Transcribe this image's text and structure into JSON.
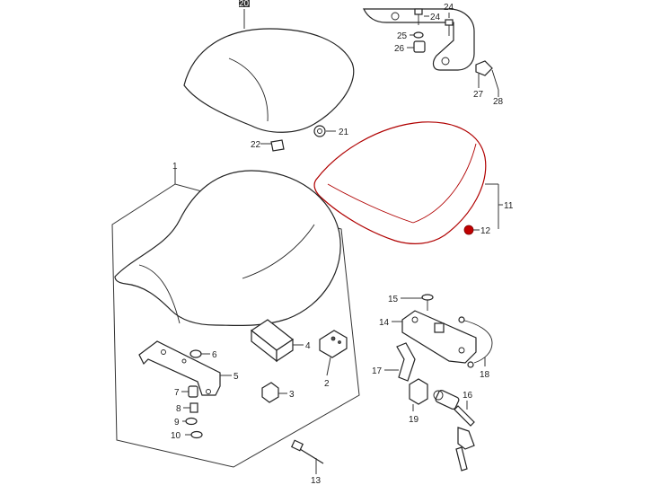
{
  "labels": {
    "p1": "1",
    "p2": "2",
    "p3": "3",
    "p4": "4",
    "p5": "5",
    "p6": "6",
    "p7": "7",
    "p8": "8",
    "p9": "9",
    "p10": "10",
    "p11": "11",
    "p12": "12",
    "p13": "13",
    "p14": "14",
    "p15": "15",
    "p16": "16",
    "p17": "17",
    "p18": "18",
    "p19": "19",
    "p20": "20",
    "p21": "21",
    "p22": "22",
    "p24a": "24",
    "p24b": "24",
    "p25": "25",
    "p26": "26",
    "p27": "27",
    "p28": "28"
  },
  "colors": {
    "highlight": "#b00000",
    "line": "#222222",
    "background": "#ffffff"
  }
}
